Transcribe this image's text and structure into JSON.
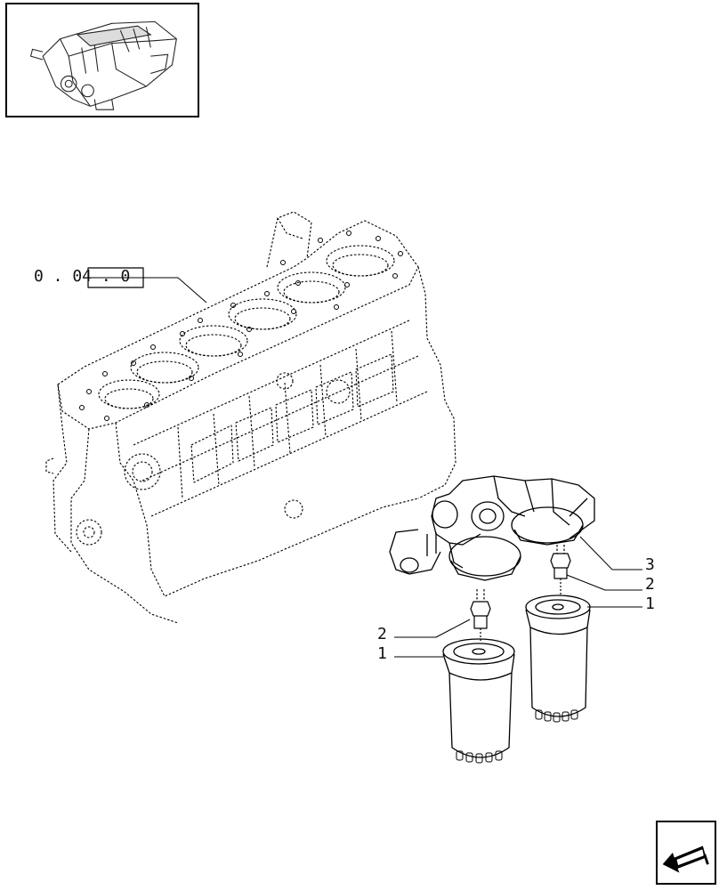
{
  "reference_code": "0 . 04 . 0",
  "part_labels": [
    {
      "id": "label-3-right",
      "text": "3"
    },
    {
      "id": "label-2-right",
      "text": "2"
    },
    {
      "id": "label-1-right",
      "text": "1"
    },
    {
      "id": "label-2-left",
      "text": "2"
    },
    {
      "id": "label-1-left",
      "text": "1"
    }
  ],
  "icons": {
    "thumbnail": "engine-thumbnail-icon",
    "navigation": "next-page-arrow-icon"
  },
  "colors": {
    "line": "#000000",
    "background": "#ffffff"
  }
}
